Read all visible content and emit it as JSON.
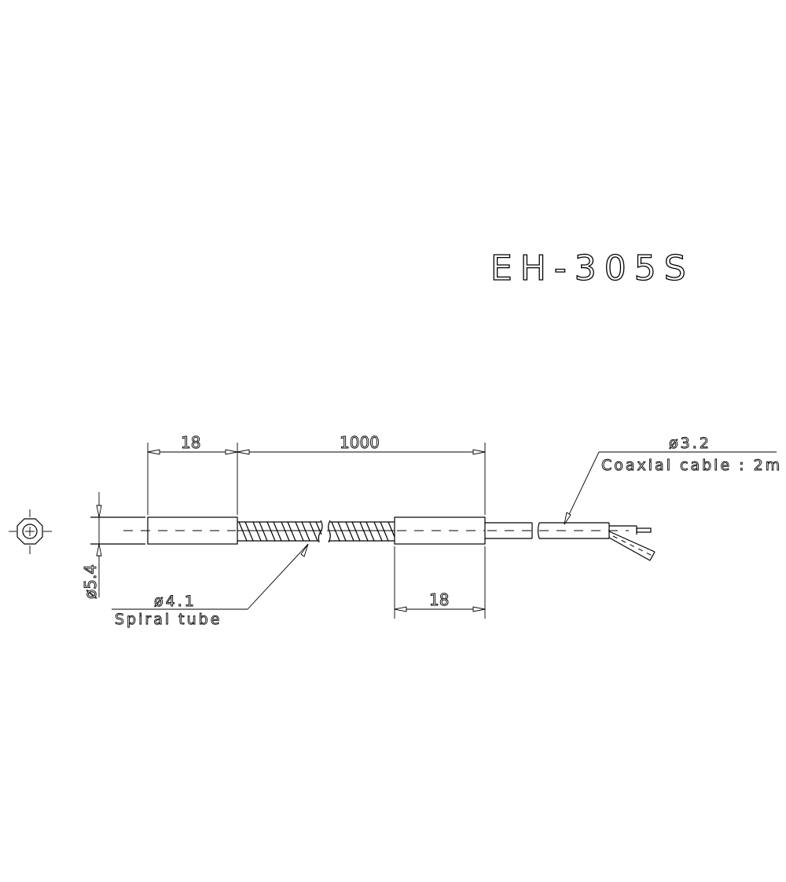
{
  "drawing": {
    "title": "EH-305S",
    "dimensions": {
      "fitting_left_length": "18",
      "spiral_length": "1000",
      "fitting_right_length": "18",
      "body_diameter": "ø5.4"
    },
    "callouts": {
      "spiral_tube": {
        "diameter": "ø4.1",
        "label": "Spiral tube"
      },
      "coaxial_cable": {
        "diameter": "ø3.2",
        "label": "Coaxial cable : 2m"
      }
    },
    "colors": {
      "line": "#000000",
      "background": "#ffffff"
    }
  }
}
